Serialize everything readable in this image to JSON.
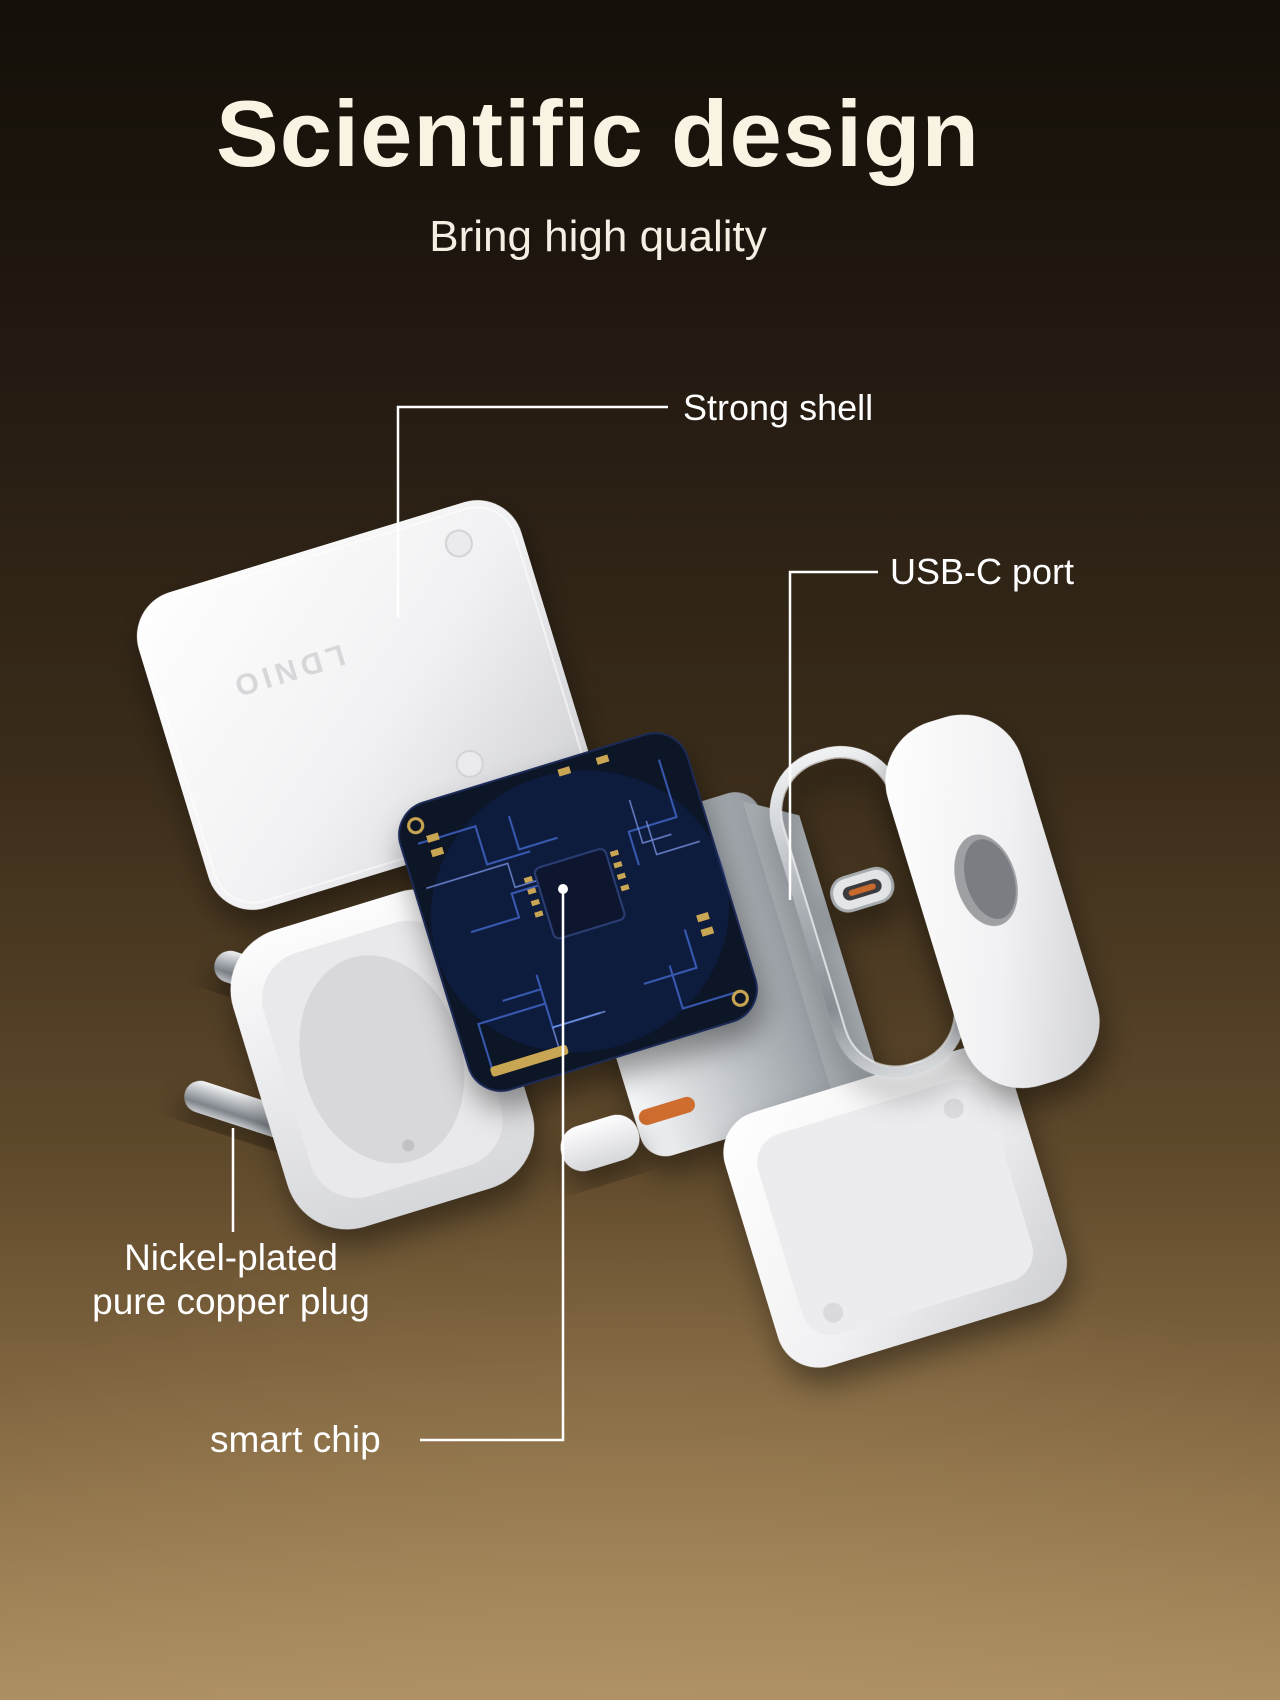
{
  "header": {
    "title": "Scientific design",
    "subtitle": "Bring high quality"
  },
  "callouts": {
    "strong_shell": "Strong shell",
    "usb_c_port": "USB-C port",
    "nickel_line1": "Nickel-plated",
    "nickel_line2": "pure copper plug",
    "smart_chip": "smart chip"
  },
  "product": {
    "brand": "LDNIO"
  },
  "colors": {
    "background_top": "#141009",
    "background_bottom": "#ab8e60",
    "title": "#f8f3e2",
    "label": "#ffffff",
    "leader_line": "#ffffff",
    "pcb_board": "#0c1226",
    "pcb_trace": "#3e63c4",
    "pcb_pad_gold": "#c9a653",
    "shell_white": "#f4f4f5"
  }
}
